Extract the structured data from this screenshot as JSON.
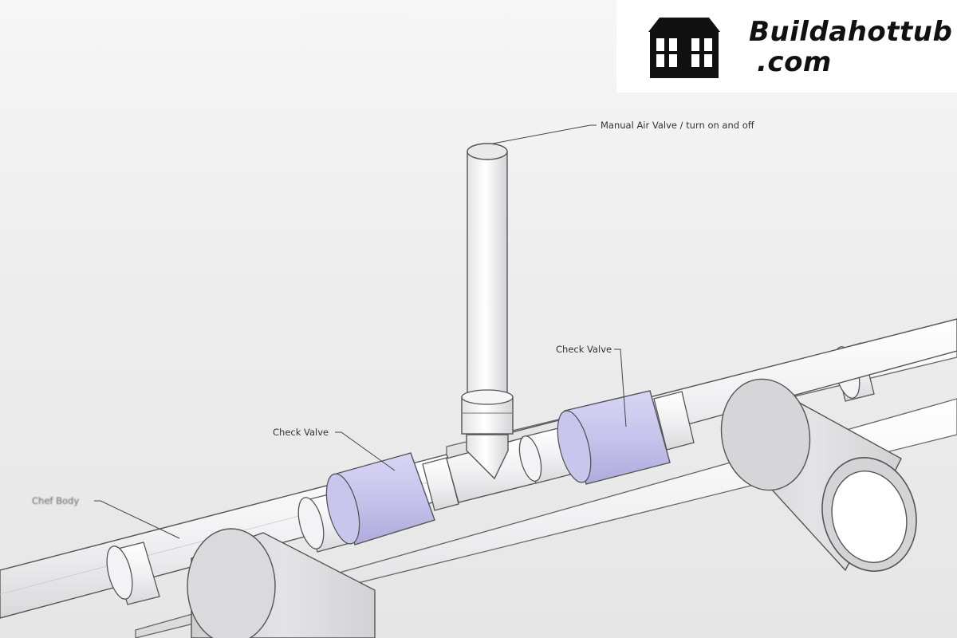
{
  "logo": {
    "line1": "Buildahottub",
    "line2": ".com"
  },
  "labels": {
    "air_valve": "Manual Air Valve / turn on and off",
    "check_valve_right": "Check Valve",
    "check_valve_left": "Check Valve",
    "body": "Chef Body"
  },
  "colors": {
    "pipe_fill": "#f3f3f5",
    "pipe_outline": "#555555",
    "check_valve": "#c8c6ec",
    "large_pipe": "#dcdcdc"
  }
}
